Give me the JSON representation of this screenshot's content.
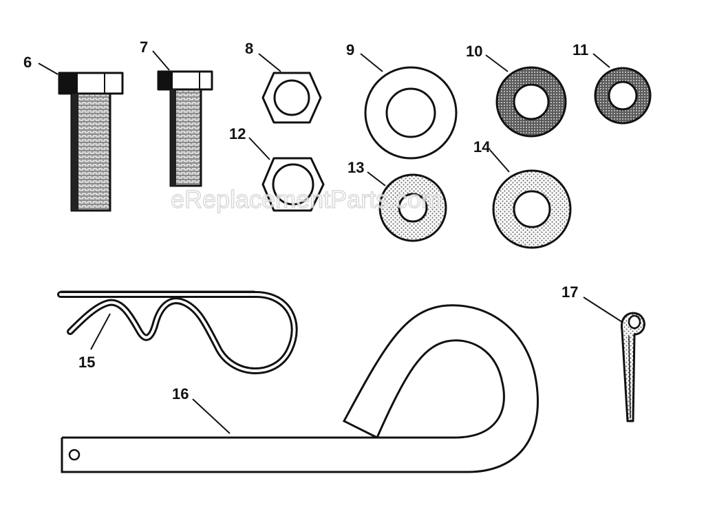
{
  "callouts": {
    "p6": "6",
    "p7": "7",
    "p8": "8",
    "p9": "9",
    "p10": "10",
    "p11": "11",
    "p12": "12",
    "p13": "13",
    "p14": "14",
    "p15": "15",
    "p16": "16",
    "p17": "17"
  },
  "watermark": "eReplacementParts.com",
  "colors": {
    "ink": "#111111",
    "stipple": "#8a8a8a",
    "paper": "#ffffff"
  }
}
